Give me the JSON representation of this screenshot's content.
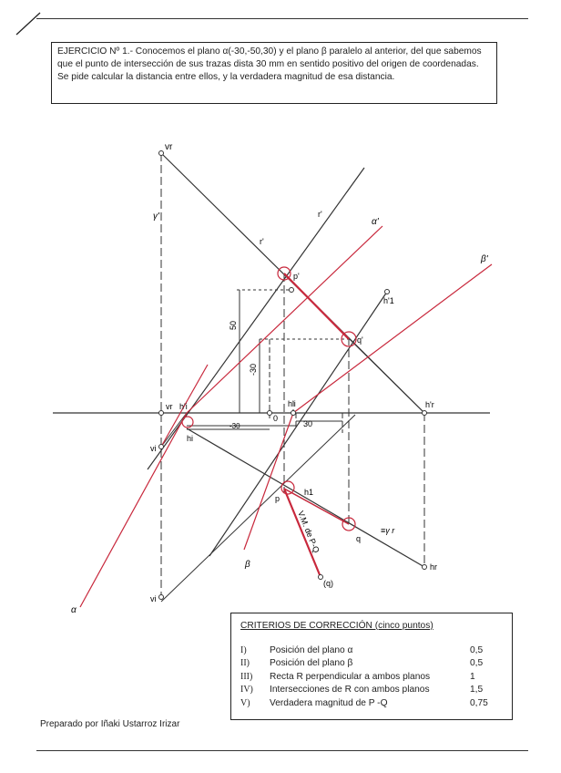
{
  "problem": {
    "text": "EJERCICIO Nº 1.- Conocemos el plano α(-30,-50,30) y el plano β paralelo al anterior, del que sabemos que el punto de intersección de sus trazas dista 30 mm en sentido positivo del origen de coordenadas. Se pide calcular la distancia entre ellos, y la verdadera magnitud de esa distancia."
  },
  "labels": {
    "vr": "vr",
    "gamma_prime": "γ'",
    "r_prime": "r'",
    "r_prime2": "r'",
    "alpha_prime": "α'",
    "beta_prime": "β'",
    "p_prime": "p'",
    "h_prime_1": "h'1",
    "q_prime": "q'",
    "dim_50": "50",
    "dim_minus30": "-30",
    "vr_lt": "vr",
    "h_prime_i": "h'i",
    "hi": "hi",
    "vi": "vi",
    "zero": "0",
    "h_prime_i2": "h'i",
    "dim_30": "30",
    "h_prime_r": "h'r",
    "dim_minus30_lt": "-30",
    "p": "p",
    "h1": "h1",
    "vmag": "V.M. de P-Q",
    "gamma_r": "≡γ r",
    "q": "q",
    "beta": "β",
    "q_paren": "(q)",
    "hr": "hr",
    "vi_bottom": "vi",
    "alpha": "α"
  },
  "criteria": {
    "title": "CRITERIOS DE CORRECCIÓN (cinco puntos)",
    "items": [
      {
        "num": "I)",
        "text": "Posición del plano α",
        "score": "0,5"
      },
      {
        "num": "II)",
        "text": "Posición del plano β",
        "score": "0,5"
      },
      {
        "num": "III)",
        "text": "Recta R perpendicular a ambos planos",
        "score": "1"
      },
      {
        "num": "IV)",
        "text": "Intersecciones de R con ambos planos",
        "score": "1,5"
      },
      {
        "num": "V)",
        "text": "Verdadera magnitud de P -Q",
        "score": "0,75"
      }
    ]
  },
  "author": "Preparado por Iñaki Ustarroz Irizar",
  "colors": {
    "red": "#c8283c",
    "ink": "#333333"
  }
}
